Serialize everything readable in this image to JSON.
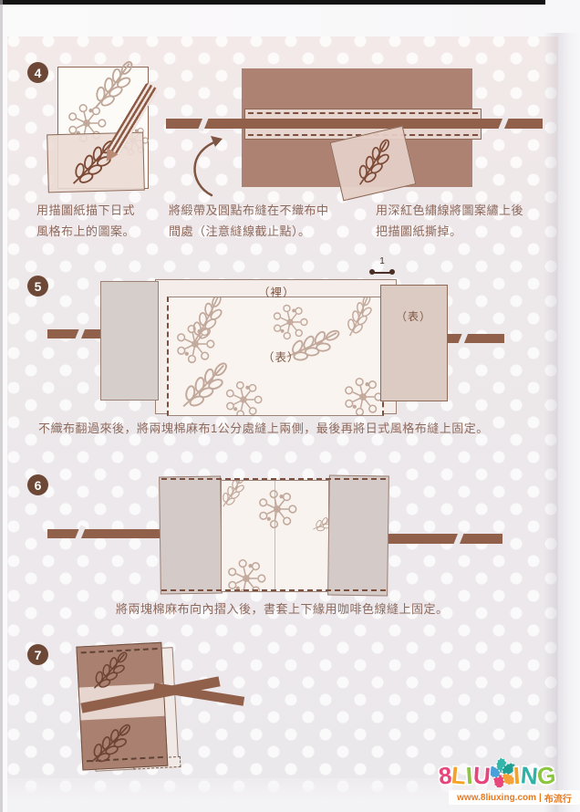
{
  "steps": {
    "s4": {
      "number": "4",
      "captions": [
        {
          "lines": [
            "用描圖紙描下日式",
            "風格布上的圖案。"
          ]
        },
        {
          "lines": [
            "將緞帶及圓點布縫在不織布中",
            "間處（注意縫線截止點）。"
          ]
        },
        {
          "lines": [
            "用深紅色繡線將圖案繡上後",
            "把描圖紙撕掉。"
          ]
        }
      ]
    },
    "s5": {
      "number": "5",
      "label_lining": "（裡）",
      "label_front": "（表）",
      "label_right": "（表）",
      "seam_mark": "1",
      "caption": "不織布翻過來後，將兩塊棉麻布1公分處縫上兩側，最後再將日式風格布縫上固定。"
    },
    "s6": {
      "number": "6",
      "caption": "將兩塊棉麻布向內摺入後，書套上下緣用咖啡色線縫上固定。"
    },
    "s7": {
      "number": "7"
    }
  },
  "watermark": {
    "letters": [
      {
        "ch": "8"
      },
      {
        "ch": "L"
      },
      {
        "ch": "I"
      },
      {
        "ch": "U"
      },
      {
        "ch": "I"
      },
      {
        "ch": "N"
      },
      {
        "ch": "G"
      }
    ],
    "url": "www.8liuxing.com",
    "divider": "|",
    "brand": "布流行"
  },
  "palette": {
    "step_circle": "#6d4837",
    "caption_text": "#8d695c",
    "felt_brown": "#ad8273",
    "ribbon_brown": "#91604b",
    "dot_fabric_strip": "#e8d7d0",
    "stitch_brown": "#7c4f3e",
    "linen_gray": "#d6cecb",
    "lining_white": "#f5ede9",
    "pattern_white": "#f9f4f0",
    "logo_pink": "#e8457c",
    "logo_orange": "#f5a226",
    "logo_green": "#8dc63f",
    "logo_teal": "#2fb3a7",
    "logo_url_orange": "#e87a1e"
  }
}
